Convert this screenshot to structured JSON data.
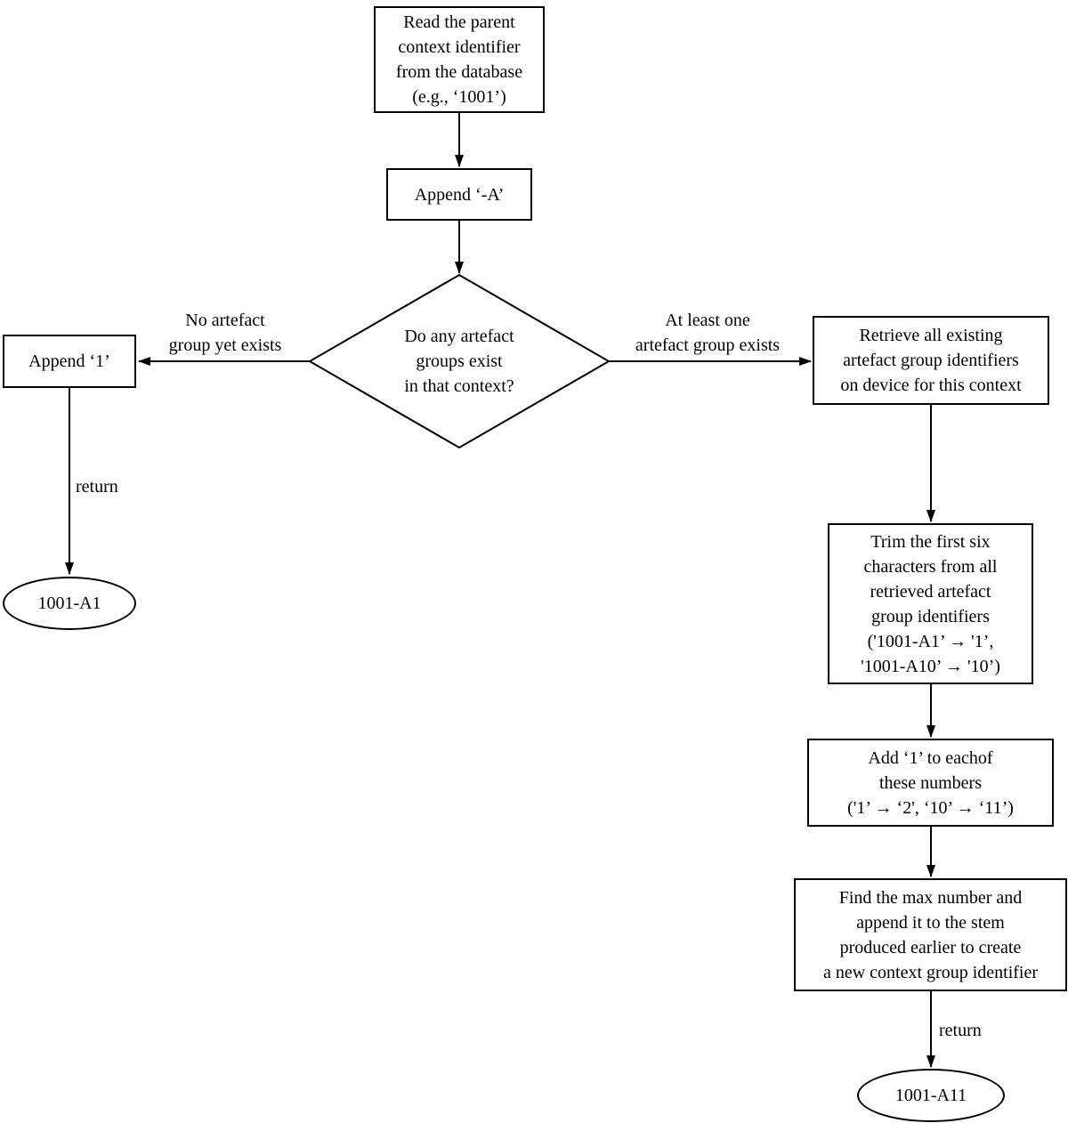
{
  "diagram": {
    "nodes": {
      "read_parent": {
        "label": "Read the parent\ncontext identifier\nfrom the database\n(e.g., ‘1001’)"
      },
      "append_a": {
        "label": "Append ‘-A’"
      },
      "decision": {
        "label": "Do any artefact\ngroups exist\nin that context?"
      },
      "append_1": {
        "label": "Append ‘1’"
      },
      "result_no": {
        "label": "1001-A1"
      },
      "retrieve": {
        "label": "Retrieve all existing\nartefact group identifiers\non device for this context"
      },
      "trim": {
        "label": "Trim the first six\ncharacters from all\nretrieved artefact\ngroup identifiers\n('1001-A1’ → '1’,\n'1001-A10’ → '10’)"
      },
      "add_one": {
        "label": "Add ‘1’ to eachof\nthese numbers\n('1’ → ‘2', ‘10’ → ‘11’)"
      },
      "find_max": {
        "label": "Find the max number and\nappend it to the stem\nproduced earlier to create\na new context group identifier"
      },
      "result_yes": {
        "label": "1001-A11"
      }
    },
    "edge_labels": {
      "no_branch": "No artefact\ngroup yet exists",
      "yes_branch": "At least one\nartefact group exists",
      "return_left": "return",
      "return_right": "return"
    },
    "colors": {
      "stroke": "#000000",
      "fill": "#ffffff",
      "text": "#000000"
    }
  }
}
